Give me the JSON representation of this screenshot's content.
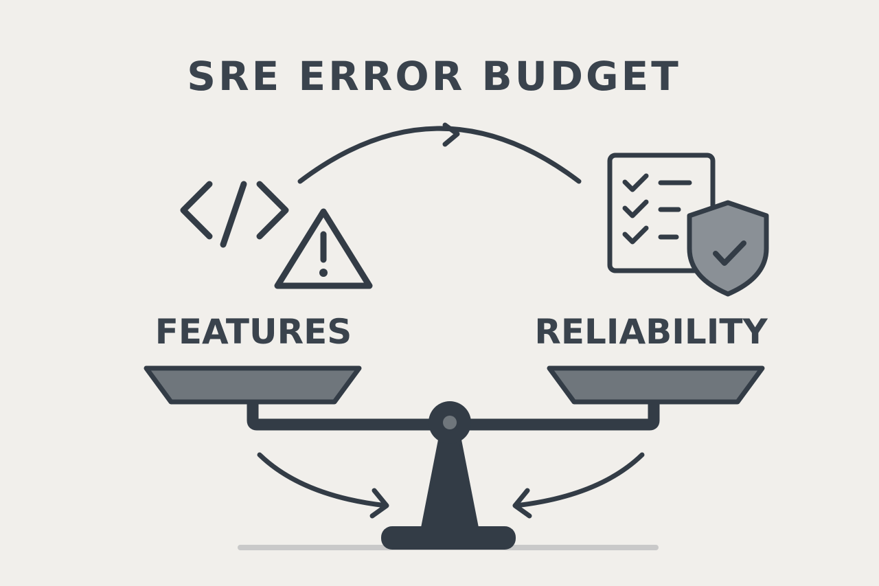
{
  "title": "SRE ERROR BUDGET",
  "left_side": {
    "label": "FEATURES",
    "icons": [
      "code-icon",
      "warning-icon"
    ]
  },
  "right_side": {
    "label": "RELIABILITY",
    "icons": [
      "checklist-icon",
      "shield-check-icon"
    ]
  },
  "colors": {
    "background": "#f1efeb",
    "ink": "#333c46",
    "pan_fill": "#6f767c",
    "shield_fill": "#8a9096",
    "ground": "#c9c9c9"
  }
}
